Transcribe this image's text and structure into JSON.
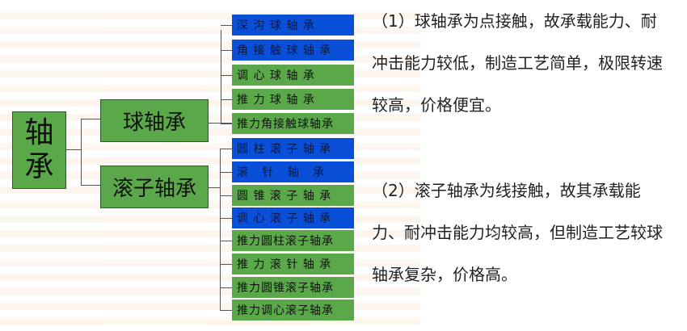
{
  "root": "轴承",
  "ball": {
    "label": "球轴承",
    "items": [
      {
        "label": "深 沟 球 轴 承",
        "color": "blue"
      },
      {
        "label": "角 接 触 球 轴 承",
        "color": "blue"
      },
      {
        "label": "调 心 球 轴 承",
        "color": "green"
      },
      {
        "label": "推 力 球 轴 承",
        "color": "green"
      },
      {
        "label": "推力角接触球轴承",
        "color": "green"
      }
    ]
  },
  "roller": {
    "label": "滚子轴承",
    "items": [
      {
        "label": "圆 柱 滚 子 轴 承",
        "color": "blue"
      },
      {
        "label": "滚   针   轴   承",
        "color": "blue"
      },
      {
        "label": "圆 锥 滚 子 轴 承",
        "color": "green"
      },
      {
        "label": "调 心 滚 子 轴 承",
        "color": "blue"
      },
      {
        "label": "推力圆柱滚子轴承",
        "color": "green"
      },
      {
        "label": "推 力 滚 针 轴 承",
        "color": "green"
      },
      {
        "label": "推力圆锥滚子轴承",
        "color": "green"
      },
      {
        "label": "推力调心滚子轴承",
        "color": "green"
      }
    ]
  },
  "text1": "（1）球轴承为点接触，故承载能力、耐冲击能力较低，制造工艺简单，极限转速较高，价格便宜。",
  "text2": "（2）滚子轴承为线接触，故其承载能力、耐冲击能力均较高，但制造工艺较球轴承复杂，价格高。",
  "colors": {
    "blue": "#0a4fd8",
    "green": "#5aa84a"
  }
}
